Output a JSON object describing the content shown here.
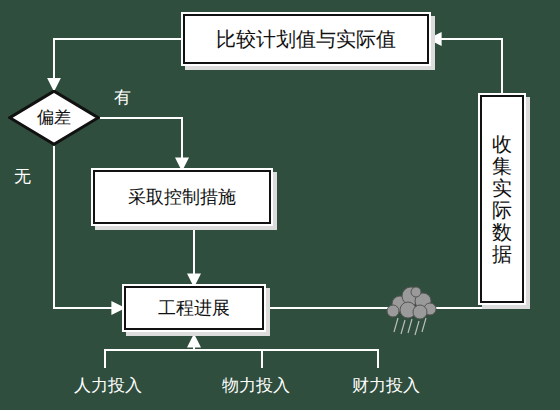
{
  "diagram": {
    "nodes": [
      {
        "text": [
          "比较计划值与实际值"
        ]
      },
      {
        "text": [
          "偏差"
        ]
      },
      {
        "text": [
          "采取控制措施"
        ]
      },
      {
        "text": [
          "工程进展"
        ]
      },
      {
        "text": [
          "收集实际数据"
        ]
      }
    ],
    "edges": [
      {
        "from": 4,
        "to": 0,
        "arrow": "to"
      },
      {
        "from": 0,
        "to": 1,
        "arrow": "to"
      },
      {
        "from": 1,
        "to": 2,
        "label": "有",
        "arrow": "to"
      },
      {
        "from": 1,
        "to": 3,
        "label": "无",
        "arrow": "to"
      },
      {
        "from": 2,
        "to": 3,
        "arrow": "to"
      },
      {
        "from": 3,
        "to": 4,
        "arrow": "none"
      }
    ],
    "labels": [
      "人力投入",
      "物力投入",
      "财力投入"
    ]
  }
}
